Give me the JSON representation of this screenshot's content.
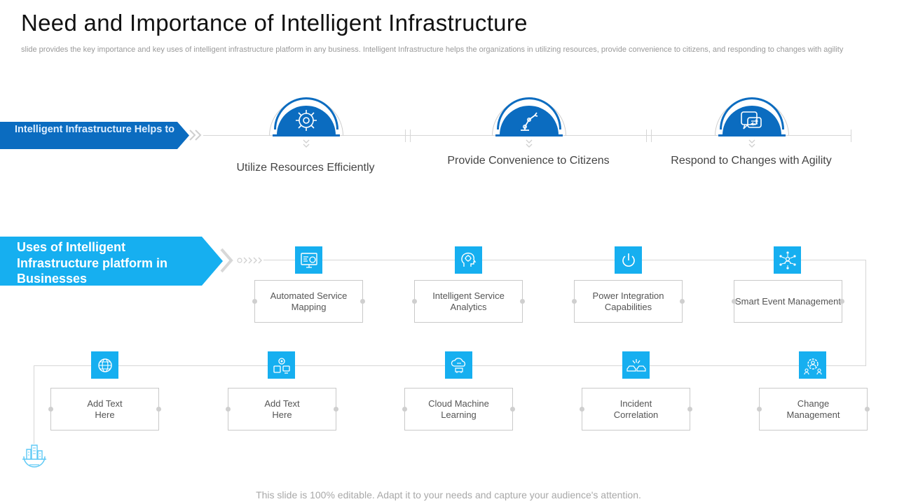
{
  "header": {
    "title": "Need and Importance of Intelligent Infrastructure",
    "subtitle": "slide provides the key importance and key uses of intelligent infrastructure platform in any business. Intelligent Infrastructure helps the organizations in utilizing resources, provide convenience to citizens, and responding to changes with agility"
  },
  "section1": {
    "banner": "Intelligent Infrastructure Helps to",
    "items": [
      {
        "label": "Utilize Resources Efficiently",
        "icon": "gear-target-icon"
      },
      {
        "label": "Provide Convenience to Citizens",
        "icon": "robotic-arm-icon"
      },
      {
        "label": "Respond to Changes with Agility",
        "icon": "chat-exchange-icon"
      }
    ]
  },
  "section2": {
    "banner": "Uses of Intelligent Infrastructure platform in Businesses",
    "row1": [
      {
        "label": "Automated Service Mapping",
        "icon": "dashboard-icon"
      },
      {
        "label": "Intelligent Service Analytics",
        "icon": "brain-head-icon"
      },
      {
        "label": "Power Integration Capabilities",
        "icon": "power-icon"
      },
      {
        "label": "Smart Event Management",
        "icon": "network-person-icon"
      }
    ],
    "row2": [
      {
        "label": "Add Text Here",
        "icon": "globe-gear-icon"
      },
      {
        "label": "Add Text Here",
        "icon": "gear-devices-icon"
      },
      {
        "label": "Cloud Machine Learning",
        "icon": "cloud-learning-icon"
      },
      {
        "label": "Incident Correlation",
        "icon": "car-crash-icon"
      },
      {
        "label": "Change Management",
        "icon": "team-gear-icon"
      }
    ],
    "end_icon": "city-globe-icon"
  },
  "footer": "This slide is 100% editable. Adapt it to your needs and capture your audience's attention.",
  "colors": {
    "dark_blue": "#0b6cc0",
    "light_blue": "#16aff0",
    "line_grey": "#d6d6d6"
  }
}
